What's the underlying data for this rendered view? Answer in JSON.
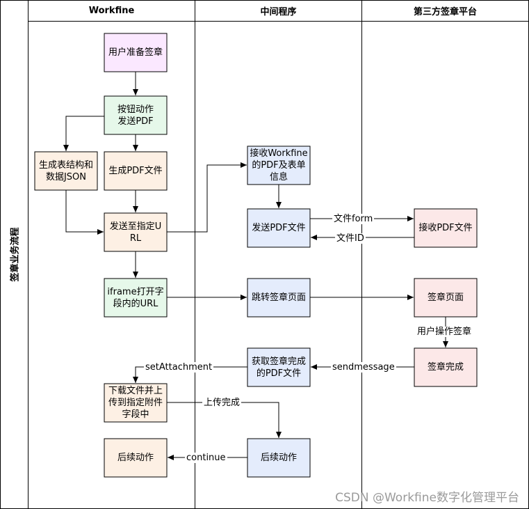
{
  "pool": {
    "title": "签章业务流程"
  },
  "lanes": [
    {
      "id": "lane-workfine",
      "title": "Workfine"
    },
    {
      "id": "lane-middleware",
      "title": "中间程序"
    },
    {
      "id": "lane-platform",
      "title": "第三方签章平台"
    }
  ],
  "nodes": {
    "n1": {
      "text": "用户准备签章",
      "fill": "#fbe8ff"
    },
    "n2": {
      "text": "按钮动作\n发送PDF",
      "fill": "#e6f8ea"
    },
    "n3": {
      "text": "生成表结构和\n数据JSON",
      "fill": "#fdf0e4"
    },
    "n4": {
      "text": "生成PDF文件",
      "fill": "#fdf0e4"
    },
    "n5": {
      "text": "发送至指定U\nRL",
      "fill": "#fdf0e4"
    },
    "n6": {
      "text": "iframe打开字\n段内的URL",
      "fill": "#e6f8ea"
    },
    "n7": {
      "text": "下载文件并上\n传到指定附件\n字段中",
      "fill": "#fdf0e4"
    },
    "n8": {
      "text": "后续动作",
      "fill": "#fdf0e4"
    },
    "n9": {
      "text": "接收Workfine\n的PDF及表单\n信息",
      "fill": "#e4ecfc"
    },
    "n10": {
      "text": "发送PDF文件",
      "fill": "#e4ecfc"
    },
    "n11": {
      "text": "跳转签章页面",
      "fill": "#e4ecfc"
    },
    "n12": {
      "text": "获取签章完成\n的PDF文件",
      "fill": "#e4ecfc"
    },
    "n13": {
      "text": "后续动作",
      "fill": "#e4ecfc"
    },
    "n14": {
      "text": "接收PDF文件",
      "fill": "#fce8e8"
    },
    "n15": {
      "text": "签章页面",
      "fill": "#fce8e8"
    },
    "n16": {
      "text": "签章完成",
      "fill": "#fce8e8"
    }
  },
  "edge_labels": {
    "file_form": "文件form",
    "file_id": "文件ID",
    "user_sign": "用户操作签章",
    "sendmessage": "sendmessage",
    "set_attachment": "setAttachment",
    "upload_done": "上传完成",
    "continue": "continue"
  },
  "watermark": "CSDN @Workfine数字化管理平台",
  "colors": {
    "border": "#000000",
    "watermark": "#9a9a9a"
  }
}
